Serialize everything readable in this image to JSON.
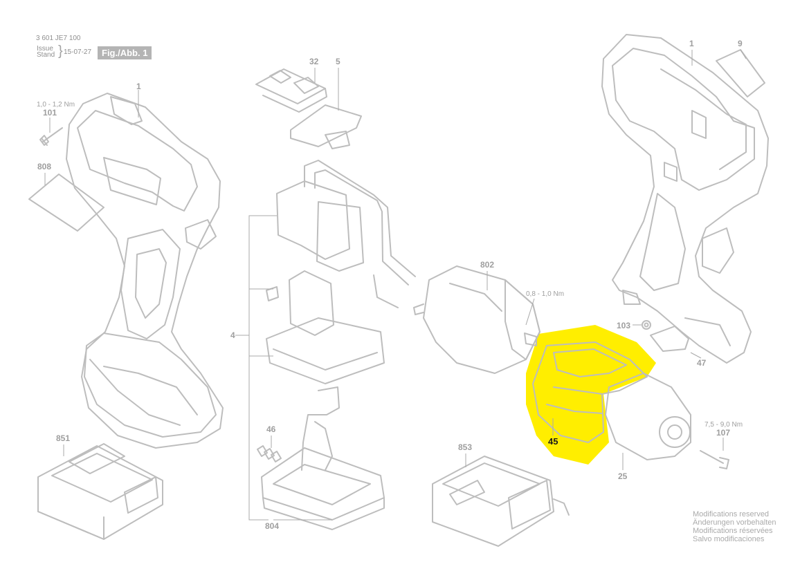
{
  "header": {
    "doc_number": "3 601 JE7 100",
    "issue_label": "Issue",
    "stand_label": "Stand",
    "issue_date": "15-07-27",
    "figure_label": "Fig./Abb. 1"
  },
  "parts": [
    {
      "ref": "1"
    },
    {
      "ref": "101"
    },
    {
      "ref": "808"
    },
    {
      "ref": "32"
    },
    {
      "ref": "5"
    },
    {
      "ref": "4"
    },
    {
      "ref": "802"
    },
    {
      "ref": "46"
    },
    {
      "ref": "804"
    },
    {
      "ref": "851"
    },
    {
      "ref": "853"
    },
    {
      "ref": "45"
    },
    {
      "ref": "25"
    },
    {
      "ref": "103"
    },
    {
      "ref": "47"
    },
    {
      "ref": "107"
    },
    {
      "ref": "9"
    }
  ],
  "torque_specs": [
    {
      "value": "1,0 - 1,2 Nm"
    },
    {
      "value": "0,8 - 1,0 Nm"
    },
    {
      "value": "7,5 - 9,0 Nm"
    }
  ],
  "highlight": {
    "part": "45",
    "color": "#ffee00"
  },
  "footer": {
    "notes": [
      "Modifications reserved",
      "Änderungen vorbehalten",
      "Modifications réservées",
      "Salvo modificaciones"
    ]
  }
}
